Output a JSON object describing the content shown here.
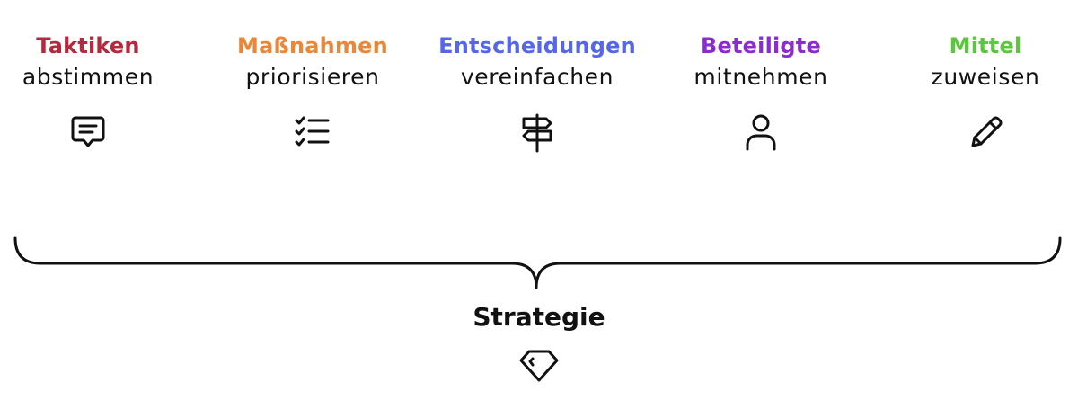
{
  "items": [
    {
      "title": "Taktiken",
      "subtitle": "abstimmen",
      "color": "#b5293f",
      "icon": "message-icon"
    },
    {
      "title": "Maßnahmen",
      "subtitle": "priorisieren",
      "color": "#e9883a",
      "icon": "checklist-icon"
    },
    {
      "title": "Entscheidungen",
      "subtitle": "vereinfachen",
      "color": "#5566e8",
      "icon": "signpost-icon"
    },
    {
      "title": "Beteiligte",
      "subtitle": "mitnehmen",
      "color": "#8a2ccf",
      "icon": "person-icon"
    },
    {
      "title": "Mittel",
      "subtitle": "zuweisen",
      "color": "#5ac83c",
      "icon": "pencil-icon"
    }
  ],
  "strategy": {
    "title": "Strategie",
    "icon": "diamond-icon"
  }
}
